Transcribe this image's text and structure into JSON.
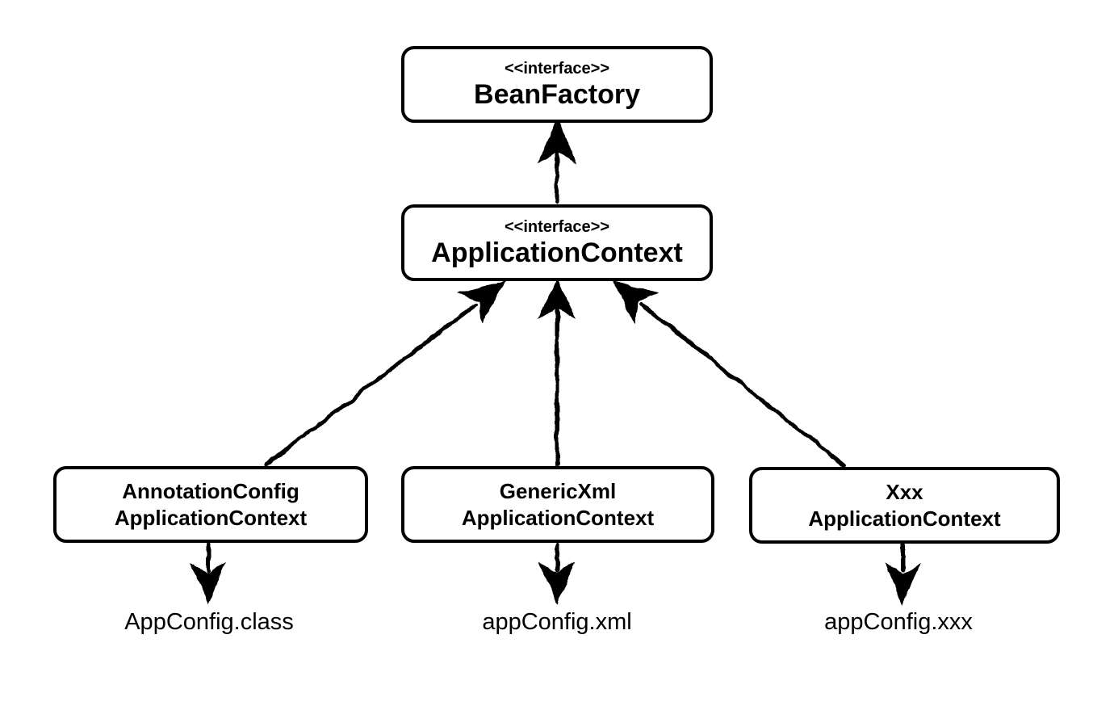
{
  "diagram": {
    "title_hint": "Spring ApplicationContext hierarchy",
    "background_color": "#ffffff",
    "ink_color": "#000000",
    "nodes": {
      "bean_factory": {
        "stereotype": "<<interface>>",
        "name": "BeanFactory"
      },
      "application_context": {
        "stereotype": "<<interface>>",
        "name": "ApplicationContext"
      },
      "annotation_config": {
        "line1": "AnnotationConfig",
        "line2": "ApplicationContext"
      },
      "generic_xml": {
        "line1": "GenericXml",
        "line2": "ApplicationContext"
      },
      "xxx": {
        "line1": "Xxx",
        "line2": "ApplicationContext"
      }
    },
    "file_labels": {
      "annotation_config": "AppConfig.class",
      "generic_xml": "appConfig.xml",
      "xxx": "appConfig.xxx"
    },
    "edges": [
      {
        "from": "ApplicationContext",
        "to": "BeanFactory",
        "direction": "up"
      },
      {
        "from": "AnnotationConfigApplicationContext",
        "to": "ApplicationContext",
        "direction": "up"
      },
      {
        "from": "GenericXmlApplicationContext",
        "to": "ApplicationContext",
        "direction": "up"
      },
      {
        "from": "XxxApplicationContext",
        "to": "ApplicationContext",
        "direction": "up"
      },
      {
        "from": "AnnotationConfigApplicationContext",
        "to": "AppConfig.class",
        "direction": "down"
      },
      {
        "from": "GenericXmlApplicationContext",
        "to": "appConfig.xml",
        "direction": "down"
      },
      {
        "from": "XxxApplicationContext",
        "to": "appConfig.xxx",
        "direction": "down"
      }
    ]
  }
}
